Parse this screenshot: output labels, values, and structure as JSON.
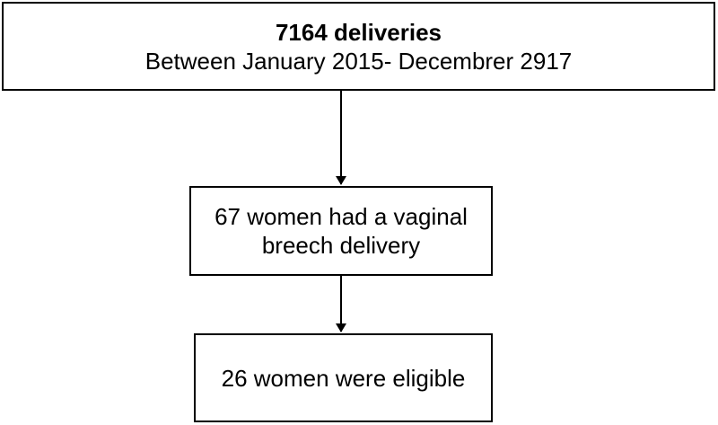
{
  "flowchart": {
    "top_box": {
      "title": "7164 deliveries",
      "subtitle": "Between January 2015- Decembrer 2917"
    },
    "middle_box": {
      "line1": "67 women had a vaginal",
      "line2": "breech delivery"
    },
    "bottom_box": {
      "text": "26 women were eligible"
    },
    "colors": {
      "stroke": "#000000",
      "background": "#ffffff"
    }
  }
}
